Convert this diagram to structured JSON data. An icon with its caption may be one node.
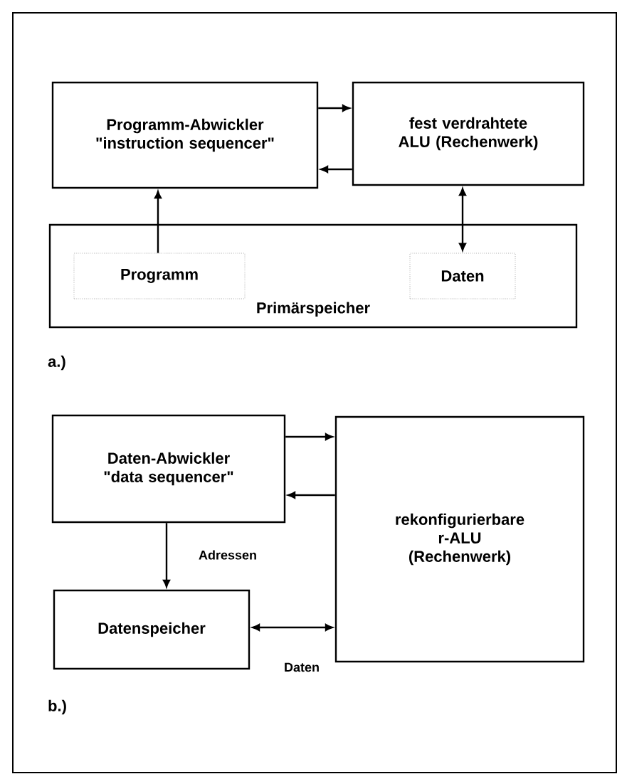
{
  "diagram": {
    "nodes": [
      {
        "text": [
          "Programm-Abwickler \"instruction sequencer\""
        ]
      },
      {
        "text": [
          "fest verdrahtete ALU (Rechenwerk)"
        ]
      },
      {
        "text": [
          "Primärspeicher"
        ]
      },
      {
        "text": [
          "Programm"
        ],
        "in": 2
      },
      {
        "text": [
          "Daten"
        ],
        "in": 2
      },
      {
        "text": [
          "Daten-Abwickler \"data sequencer\""
        ]
      },
      {
        "text": [
          "rekonfigurierbare r-ALU (Rechenwerk)"
        ]
      },
      {
        "text": [
          "Datenspeicher"
        ]
      }
    ],
    "edges": [
      {
        "from": 0,
        "to": 1,
        "arrow": "to"
      },
      {
        "from": 1,
        "to": 0,
        "arrow": "to"
      },
      {
        "from": 3,
        "to": 0,
        "arrow": "to"
      },
      {
        "from": 1,
        "to": 4,
        "arrow": "both"
      },
      {
        "from": 5,
        "to": 6,
        "arrow": "to"
      },
      {
        "from": 6,
        "to": 5,
        "arrow": "to"
      },
      {
        "from": 5,
        "to": 7,
        "label": "Adressen",
        "arrow": "to"
      },
      {
        "from": 7,
        "to": 6,
        "label": "Daten",
        "arrow": "both"
      }
    ],
    "labels": [
      "a.)",
      "b.)"
    ]
  }
}
